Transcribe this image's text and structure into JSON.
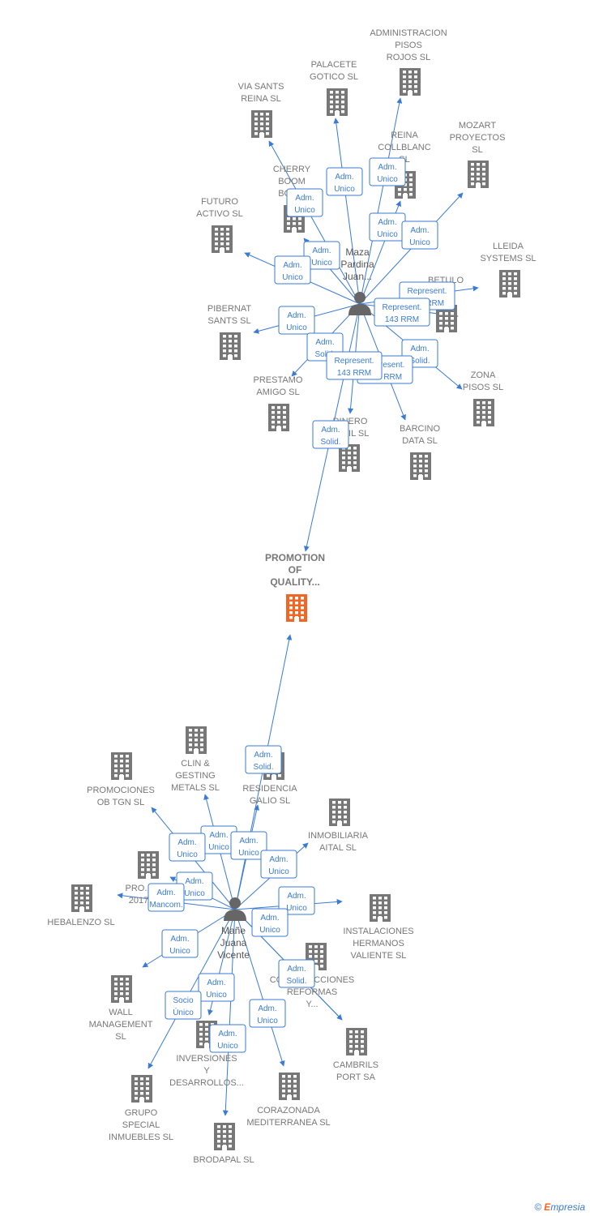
{
  "colors": {
    "edge": "#3a7bd5",
    "building": "#777777",
    "focus_building": "#f26522",
    "person": "#666666",
    "box_border": "#3a7bd5",
    "box_text": "#3a7bd5"
  },
  "focus": {
    "lines": [
      "PROMOTION",
      "OF",
      "QUALITY..."
    ]
  },
  "persons": [
    {
      "id": "p1",
      "lines": [
        "Maza",
        "Pardina",
        "Juan..."
      ]
    },
    {
      "id": "p2",
      "lines": [
        "Mañe",
        "Juana",
        "Vicente"
      ]
    }
  ],
  "companies": [
    {
      "id": "c_admin",
      "lines": [
        "ADMINISTRACION",
        "PISOS",
        "ROJOS SL"
      ]
    },
    {
      "id": "c_palacete",
      "lines": [
        "PALACETE",
        "GOTICO SL"
      ]
    },
    {
      "id": "c_via",
      "lines": [
        "VIA SANTS",
        "REINA SL"
      ]
    },
    {
      "id": "c_reina",
      "lines": [
        "REINA",
        "COLLBLANC",
        "SL"
      ]
    },
    {
      "id": "c_mozart",
      "lines": [
        "MOZART",
        "PROYECTOS",
        "SL"
      ]
    },
    {
      "id": "c_cherry",
      "lines": [
        "CHERRY",
        "BOOM",
        "BOOM"
      ]
    },
    {
      "id": "c_futuro",
      "lines": [
        "FUTURO",
        "ACTIVO SL"
      ]
    },
    {
      "id": "c_lleida",
      "lines": [
        "LLEIDA",
        "SYSTEMS SL"
      ]
    },
    {
      "id": "c_betulo",
      "lines": [
        "BETULO",
        "SL"
      ]
    },
    {
      "id": "c_pibernat",
      "lines": [
        "PIBERNAT",
        "SANTS SL"
      ]
    },
    {
      "id": "c_zona",
      "lines": [
        "ZONA",
        "PISOS SL"
      ]
    },
    {
      "id": "c_prestamo",
      "lines": [
        "PRESTAMO",
        "AMIGO SL"
      ]
    },
    {
      "id": "c_dinero",
      "lines": [
        "DINERO",
        "FACIL SL"
      ]
    },
    {
      "id": "c_barcino",
      "lines": [
        "BARCINO",
        "DATA SL"
      ]
    },
    {
      "id": "c_clin",
      "lines": [
        "CLIN &",
        "GESTING",
        "METALS SL"
      ]
    },
    {
      "id": "c_promob",
      "lines": [
        "PROMOCIONES",
        "OB TGN SL"
      ]
    },
    {
      "id": "c_residencia",
      "lines": [
        "RESIDENCIA",
        "GALIO SL"
      ]
    },
    {
      "id": "c_inmobiliaria",
      "lines": [
        "INMOBILIARIA",
        "AITAL SL"
      ]
    },
    {
      "id": "c_pro2017",
      "lines": [
        "PRO...",
        "2017"
      ]
    },
    {
      "id": "c_hebalenzo",
      "lines": [
        "HEBALENZO SL"
      ]
    },
    {
      "id": "c_instalaciones",
      "lines": [
        "INSTALACIONES",
        "HERMANOS",
        "VALIENTE SL"
      ]
    },
    {
      "id": "c_construcciones",
      "lines": [
        "CONSTRUCCIONES",
        "REFORMAS",
        "Y..."
      ]
    },
    {
      "id": "c_wall",
      "lines": [
        "WALL",
        "MANAGEMENT",
        "SL"
      ]
    },
    {
      "id": "c_inversiones",
      "lines": [
        "INVERSIONES",
        "Y",
        "DESARROLLOS..."
      ]
    },
    {
      "id": "c_cambrils",
      "lines": [
        "CAMBRILS",
        "PORT SA"
      ]
    },
    {
      "id": "c_grupo",
      "lines": [
        "GRUPO",
        "SPECIAL",
        "INMUEBLES SL"
      ]
    },
    {
      "id": "c_corazonada",
      "lines": [
        "CORAZONADA",
        "MEDITERRANEA SL"
      ]
    },
    {
      "id": "c_brodapal",
      "lines": [
        "BRODAPAL SL"
      ]
    }
  ],
  "relations": [
    {
      "from": "p1",
      "to": "c_palacete",
      "lines": [
        "Adm.",
        "Unico"
      ]
    },
    {
      "from": "p1",
      "to": "c_admin",
      "lines": [
        "Adm.",
        "Unico"
      ]
    },
    {
      "from": "p1",
      "to": "c_via",
      "lines": [
        "Adm.",
        "Unico"
      ]
    },
    {
      "from": "p1",
      "to": "c_reina",
      "lines": [
        "Adm.",
        "Unico"
      ]
    },
    {
      "from": "p1",
      "to": "c_mozart",
      "lines": [
        "Adm.",
        "Unico"
      ]
    },
    {
      "from": "p1",
      "to": "c_cherry",
      "lines": [
        "Adm.",
        "Unico"
      ]
    },
    {
      "from": "p1",
      "to": "c_futuro",
      "lines": [
        "Adm.",
        "Unico"
      ]
    },
    {
      "from": "p1",
      "to": "c_lleida",
      "lines": [
        "Represent.",
        "143 RRM"
      ]
    },
    {
      "from": "p1",
      "to": "c_betulo",
      "lines": [
        "Represent.",
        "143 RRM"
      ]
    },
    {
      "from": "p1",
      "to": "c_pibernat",
      "lines": [
        "Adm.",
        "Unico"
      ]
    },
    {
      "from": "p1",
      "to": "c_zona",
      "lines": [
        "Adm.",
        "Solid."
      ]
    },
    {
      "from": "p1",
      "to": "c_prestamo",
      "lines": [
        "Adm.",
        "Solid."
      ]
    },
    {
      "from": "p1",
      "to": "c_barcino",
      "lines": [
        "Represent.",
        "143 RRM"
      ]
    },
    {
      "from": "p1",
      "to": "c_dinero",
      "lines": [
        "Represent.",
        "143 RRM"
      ]
    },
    {
      "from": "p1",
      "to": "focus",
      "lines": [
        "Adm.",
        "Solid."
      ]
    },
    {
      "from": "p2",
      "to": "focus",
      "lines": [
        "Adm.",
        "Solid."
      ]
    },
    {
      "from": "p2",
      "to": "c_clin",
      "lines": [
        "Adm.",
        "Unico"
      ]
    },
    {
      "from": "p2",
      "to": "c_promob",
      "lines": [
        "Adm.",
        "Unico"
      ]
    },
    {
      "from": "p2",
      "to": "c_residencia",
      "lines": [
        "Adm.",
        "Unico"
      ]
    },
    {
      "from": "p2",
      "to": "c_inmobiliaria",
      "lines": [
        "Adm.",
        "Unico"
      ]
    },
    {
      "from": "p2",
      "to": "c_pro2017",
      "lines": [
        "Adm.",
        "Unico"
      ]
    },
    {
      "from": "p2",
      "to": "c_hebalenzo",
      "lines": [
        "Adm.",
        "Mancom."
      ]
    },
    {
      "from": "p2",
      "to": "c_instalaciones",
      "lines": [
        "Adm.",
        "Unico"
      ]
    },
    {
      "from": "p2",
      "to": "c_construcciones",
      "lines": [
        "Adm.",
        "Unico"
      ]
    },
    {
      "from": "p2",
      "to": "c_wall",
      "lines": [
        "Adm.",
        "Unico"
      ]
    },
    {
      "from": "p2",
      "to": "c_inversiones",
      "lines": [
        "Adm.",
        "Unico"
      ]
    },
    {
      "from": "p2",
      "to": "c_cambrils",
      "lines": [
        "Adm.",
        "Solid."
      ]
    },
    {
      "from": "p2",
      "to": "c_grupo",
      "lines": [
        "Socio",
        "Único"
      ]
    },
    {
      "from": "p2",
      "to": "c_corazonada",
      "lines": [
        "Adm.",
        "Unico"
      ]
    },
    {
      "from": "p2",
      "to": "c_brodapal",
      "lines": [
        "Adm.",
        "Unico"
      ]
    }
  ],
  "footer": {
    "copyright": "©",
    "brand_initial": "E",
    "brand_rest": "mpresia"
  }
}
